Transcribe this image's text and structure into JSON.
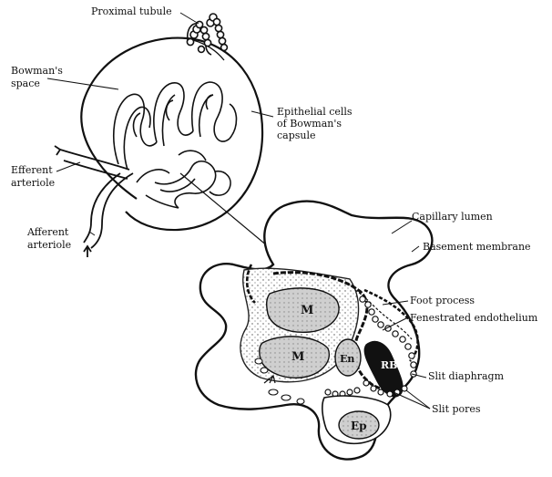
{
  "labels": {
    "proximal_tubule": "Proximal tubule",
    "bowmans_space_1": "Bowman's",
    "bowmans_space_2": "space",
    "epithelial_1": "Epithelial cells",
    "epithelial_2": "of Bowman's",
    "epithelial_3": "capsule",
    "efferent_1": "Efferent",
    "efferent_2": "arteriole",
    "afferent_1": "Afferent",
    "afferent_2": "arteriole",
    "capillary_lumen": "Capillary lumen",
    "basement_membrane": "Basement membrane",
    "foot_process": "Foot process",
    "fenestrated_endothelium": "Fenestrated endothelium",
    "slit_diaphragm": "Slit diaphragm",
    "slit_pores": "Slit pores"
  },
  "cells": {
    "mesangial_1": "M",
    "mesangial_2": "M",
    "endothelial": "En",
    "rbc": "RBC",
    "epithelial": "Ep"
  }
}
